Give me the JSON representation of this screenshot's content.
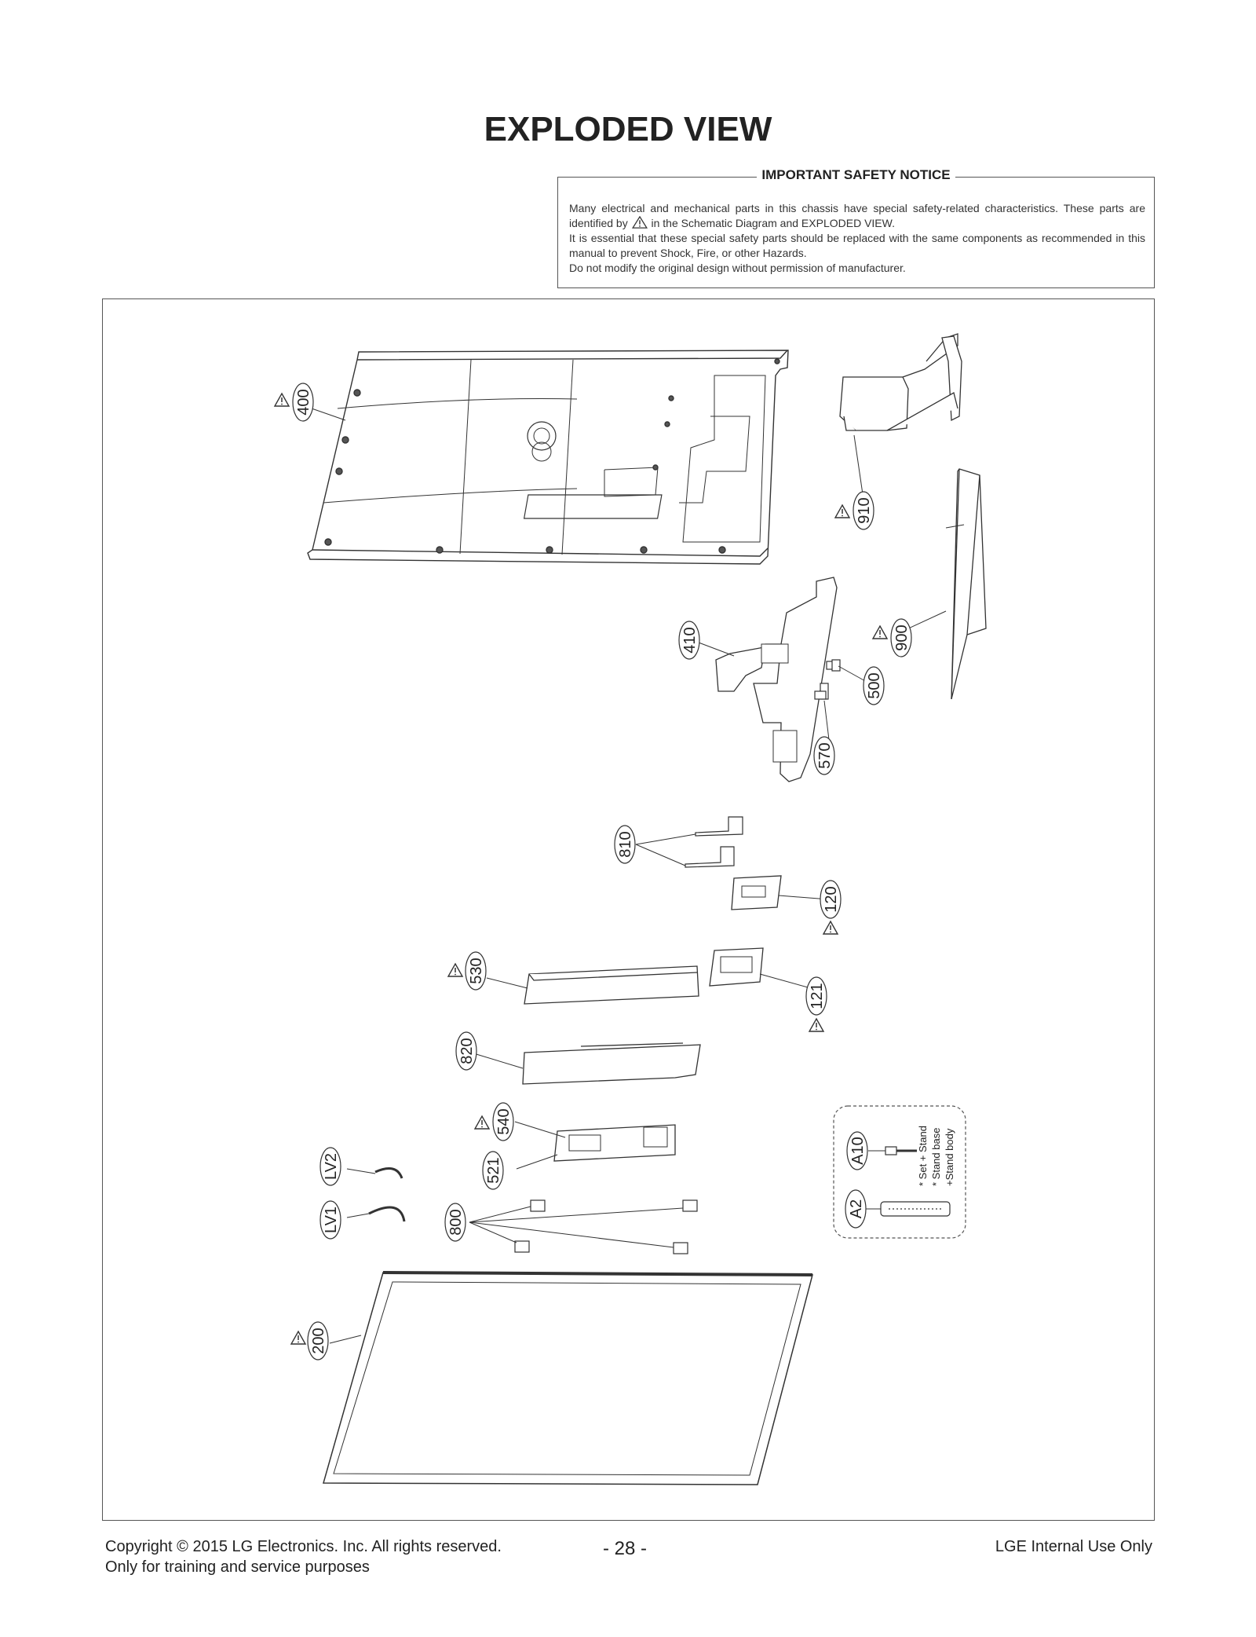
{
  "title": "EXPLODED VIEW",
  "notice": {
    "heading": "IMPORTANT SAFETY NOTICE",
    "line1": "Many electrical and mechanical parts in this chassis have special safety-related characteristics. These parts are identified by",
    "line1b": "in the Schematic Diagram and EXPLODED VIEW.",
    "line2": "It is essential that these special safety parts should be replaced with the same components as recommended in this manual to prevent Shock, Fire, or other Hazards.",
    "line3": "Do not modify the original design without permission of manufacturer."
  },
  "parts": {
    "p400": "400",
    "p910": "910",
    "p900": "900",
    "p410": "410",
    "p500": "500",
    "p570": "570",
    "p810": "810",
    "p120": "120",
    "p530": "530",
    "p121": "121",
    "p820": "820",
    "p540": "540",
    "p521": "521",
    "pLV2": "LV2",
    "pLV1": "LV1",
    "p800": "800",
    "p200": "200",
    "pA10": "A10",
    "pA2": "A2"
  },
  "accessory_notes": {
    "n1": "* Set + Stand",
    "n2": "* Stand base",
    "n3": "+Stand body"
  },
  "footer": {
    "copyright": "Copyright  © 2015 LG Electronics. Inc. All rights reserved.",
    "purpose": "Only for training and service purposes",
    "page": "- 28 -",
    "internal": "LGE Internal Use Only"
  }
}
